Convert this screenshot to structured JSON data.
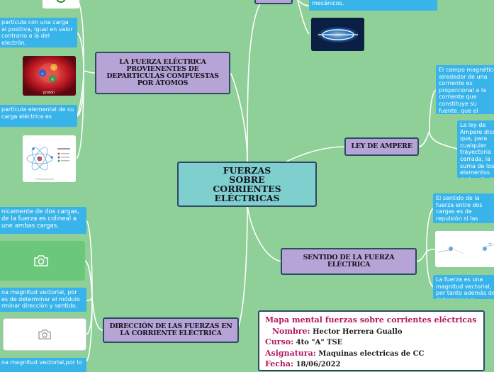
{
  "central_topic": "FUERZAS SOBRE CORRIENTES ELÉCTRICAS",
  "topics": {
    "particulas": "LA FUERZA ELÉCTRICA PROVIENENTES DE DEPARTICULAS COMPUESTAS POR ÁTOMOS",
    "ampere": "LEY DE AMPERE",
    "sentido": "SENTIDO DE LA FUERZA ELÉCTRICA",
    "direccion": "DIRECCIÓN DE LAS FUERZAS EN LA CORRIENTE ELÉCTRICA"
  },
  "leaves": {
    "top_center": "mecánicos.",
    "proton_desc": "partícula con una carga al positiva, igual en valor contrario a la del electrón,",
    "electron_desc": "partícula elemental de su carga eléctrica es",
    "ampere_1": "El campo magnético alrededor de una corriente es proporcional a la corriente que constituye su fuente, que el campo eléctrico alrededor de una carga es esa carga que constituye...",
    "ampere_2": "La ley de Ampere dice que, para cualquier trayectoria cerrada, la suma de los elementos de longitud multiplicados por el campo magnético en la dirección de esos elementos de longitud, es igual a la permeabilidad multiplicada por la corriente eléctrica encerrada en ese bucle.",
    "sentido_1": "El sentido de la fuerza entre dos cargas es de repulsión si las cargas son del mismo signo y de atracción si las cargas son de signo contrario.",
    "sentido_2": "La fuerza es una magnitud vectorial, por tanto además de determinar el módulo debe determinar dirección y sentido.",
    "direccion_1": "nicamente de dos cargas, de la fuerza es colineal a une ambas cargas.",
    "direccion_2": "na magnitud vectorial, por es de determinar el módulo rminar dirección y sentido.",
    "direccion_3": "na magnitud vectorial,por lo"
  },
  "images": {
    "proton_label": "protón"
  },
  "info": {
    "title": "Mapa mental fuerzas sobre corrientes  eléctricas",
    "nombre_label": "Nombre:",
    "nombre_value": "Hector Herrera Guallo",
    "curso_label": "Curso:",
    "curso_value": "4to \"A\" TSE",
    "asignatura_label": "Asignatura:",
    "asignatura_value": "Maquinas electricas de CC",
    "fecha_label": "Fecha:",
    "fecha_value": "18/06/2022"
  },
  "colors": {
    "background": "#8fcf98",
    "central": "#7fcfcf",
    "topic": "#b6a4d6",
    "leaf": "#39b4ea",
    "info_accent": "#b31a62"
  }
}
